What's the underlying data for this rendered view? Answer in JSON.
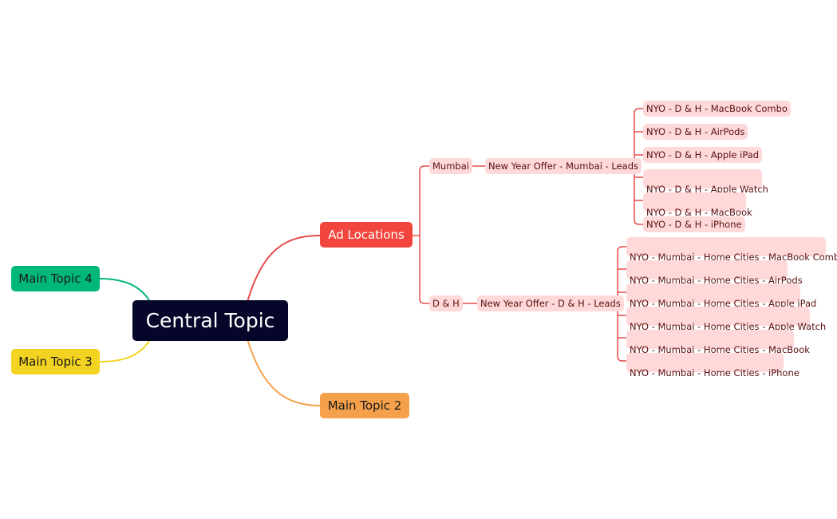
{
  "colors": {
    "central_bg": "#05062a",
    "red": "#f2453d",
    "orange": "#f5a04a",
    "yellow": "#f2d322",
    "green": "#00b77a",
    "subtopic_bg": "#ffd9d9",
    "line_red": "#e84a4a"
  },
  "central": {
    "label": "Central Topic"
  },
  "main_topics": {
    "topic4": "Main Topic 4",
    "topic3": "Main Topic 3",
    "topic2": "Main Topic 2",
    "ad_locations": "Ad Locations"
  },
  "ad_locations": {
    "mumbai": {
      "label": "Mumbai",
      "offer": "New Year Offer - Mumbai - Leads",
      "items": [
        "NYO - D & H - MacBook Combo",
        "NYO - D & H - AirPods",
        "NYO - D & H - Apple iPad",
        "NYO - D & H - Apple Watch",
        "NYO - D & H - MacBook",
        "NYO - D & H - iPhone"
      ]
    },
    "dh": {
      "label": "D & H",
      "offer": "New Year Offer - D & H - Leads",
      "items": [
        "NYO - Mumbai - Home Cities - MacBook Combo",
        "NYO - Mumbai - Home Cities - AirPods",
        "NYO - Mumbai - Home Cities - Apple iPad",
        "NYO - Mumbai - Home Cities - Apple Watch",
        "NYO - Mumbai - Home Cities - MacBook",
        "NYO - Mumbai - Home Cities - iPhone"
      ]
    }
  }
}
